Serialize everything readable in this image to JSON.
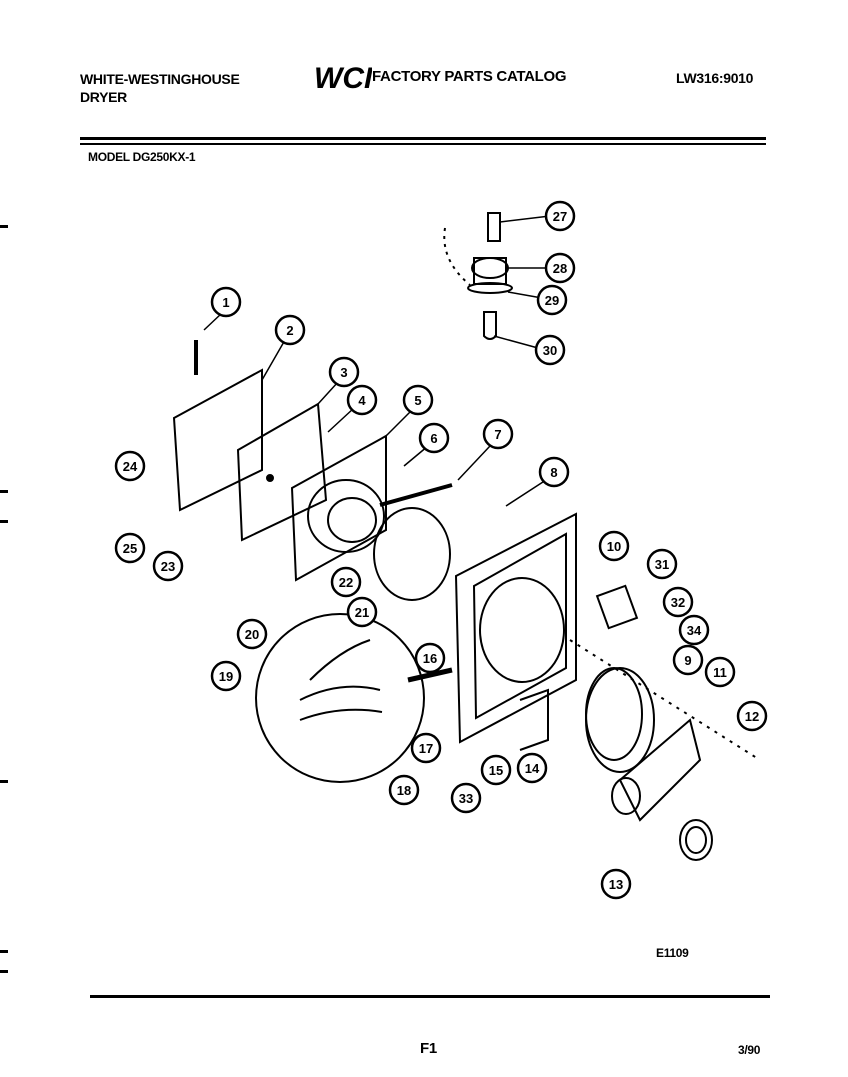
{
  "header": {
    "brand_line1": "WHITE-WESTINGHOUSE",
    "brand_line2": "DRYER",
    "logo_text": "WCI",
    "catalog_title": "FACTORY PARTS CATALOG",
    "document_number": "LW316:9010",
    "model": "MODEL DG250KX-1"
  },
  "callouts": [
    "1",
    "2",
    "3",
    "4",
    "5",
    "6",
    "7",
    "8",
    "9",
    "10",
    "11",
    "12",
    "13",
    "14",
    "15",
    "16",
    "17",
    "18",
    "19",
    "20",
    "21",
    "22",
    "23",
    "24",
    "25",
    "27",
    "28",
    "29",
    "30",
    "31",
    "32",
    "33",
    "34"
  ],
  "footer": {
    "reference_code": "E1109",
    "page_label": "F1",
    "date_code": "3/90"
  },
  "colors": {
    "ink": "#000000",
    "paper": "#ffffff"
  }
}
